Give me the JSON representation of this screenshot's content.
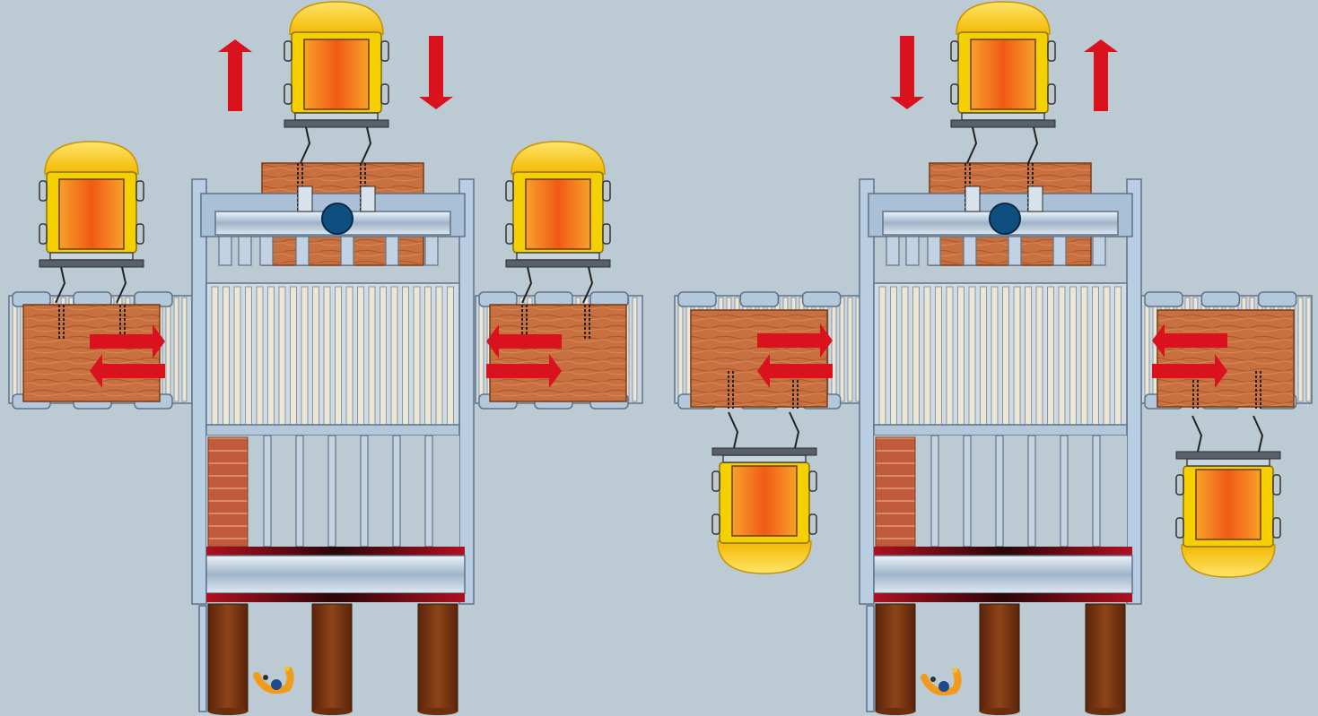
{
  "diagram": {
    "background": "#bccad3",
    "colors": {
      "frame": "#b9cde3",
      "frame_stroke": "#5f7388",
      "wood": "#c8703f",
      "motor_yellow": "#f5d000",
      "motor_core": "#f47b20",
      "arrow": "#d9121e",
      "roller": "#ece6d4",
      "bin": "#7a3510",
      "red_bar": "#8b0f1a",
      "knob": "#0f4f80"
    },
    "icons": [
      "motor-icon",
      "arrow-icon",
      "roller-conveyor-icon",
      "operator-icon",
      "wood-board-icon"
    ],
    "panels": [
      {
        "side": "left",
        "top_arrows": [
          "up",
          "down"
        ],
        "side_motor_position": "above"
      },
      {
        "side": "right",
        "top_arrows": [
          "down",
          "up"
        ],
        "side_motor_position": "below"
      }
    ]
  }
}
